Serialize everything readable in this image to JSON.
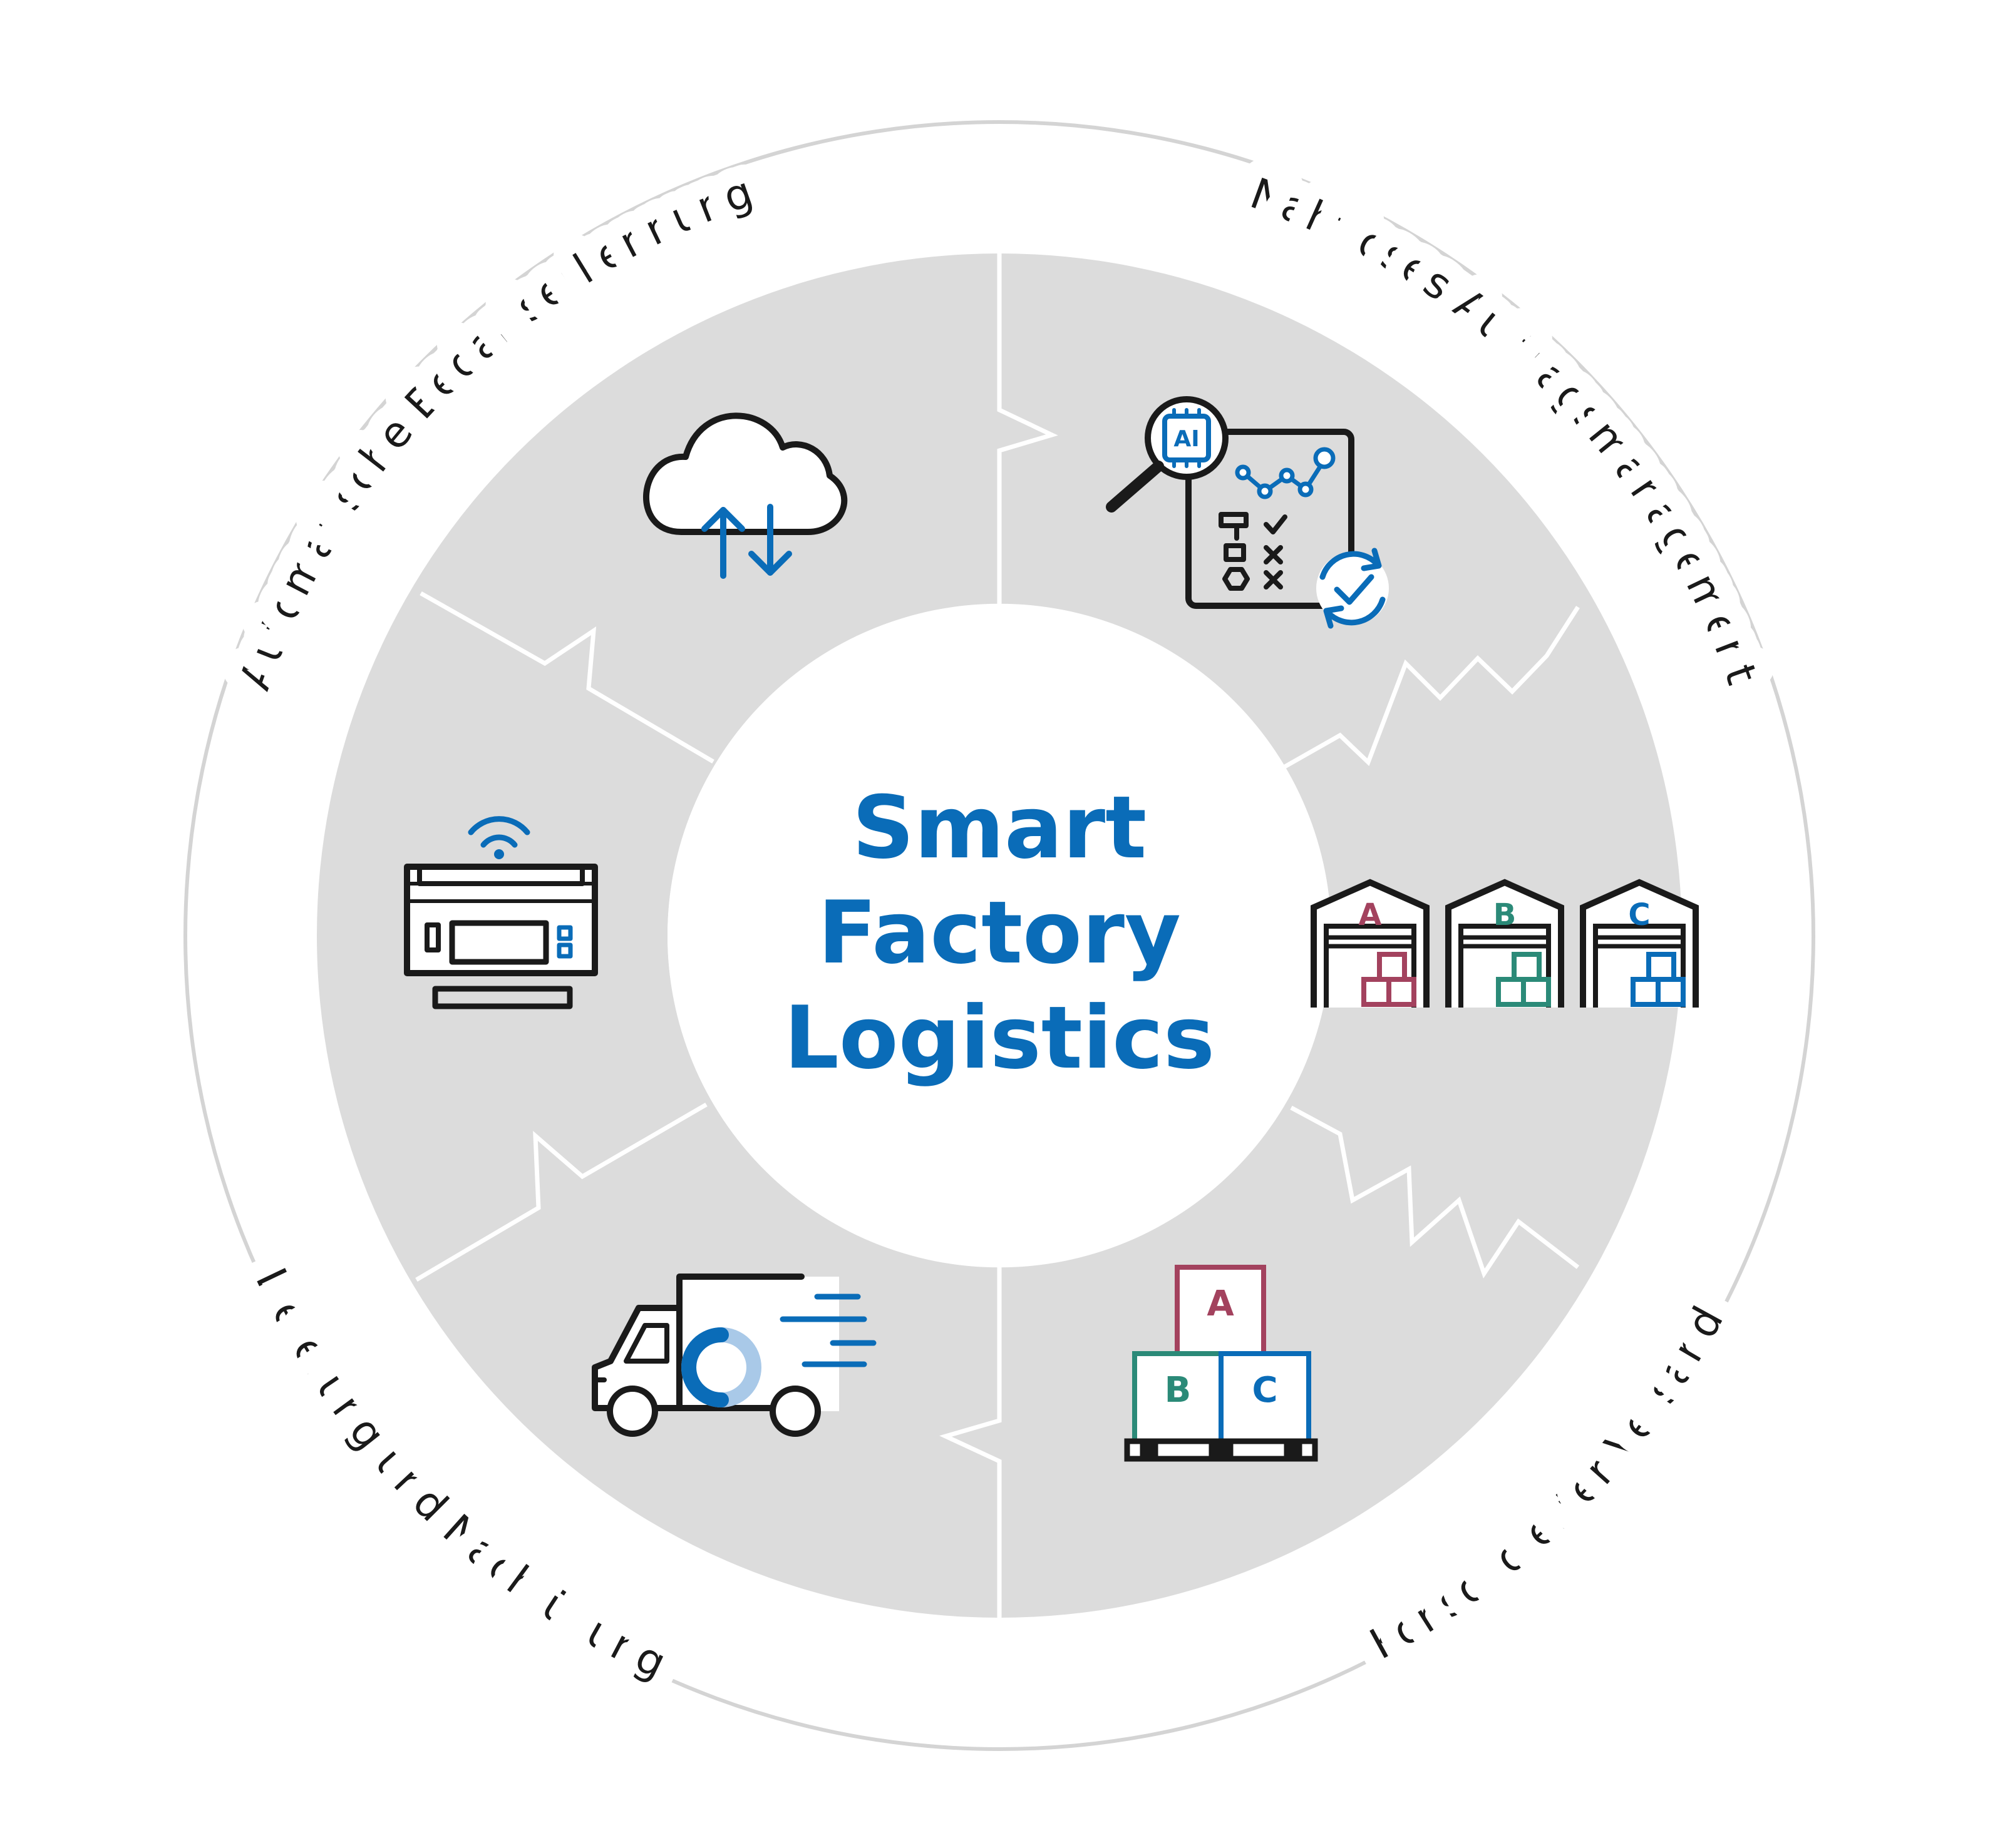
{
  "title": {
    "line1": "Smart",
    "line2": "Factory",
    "line3": "Logistics"
  },
  "stages": [
    {
      "label": "Automatische Bedarfserkennung",
      "icon": "cloud-sync-icon"
    },
    {
      "label": "Nahtloses Auftragsmanagement",
      "icon": "ai-order-analysis-icon"
    },
    {
      "label": "",
      "icon": "warehouses-abc-icon"
    },
    {
      "label": "Konsolidierter Versand",
      "icon": "pallet-boxes-icon"
    },
    {
      "label": "Lieferung und Nachfüllung",
      "icon": "delivery-truck-icon"
    },
    {
      "label": "",
      "icon": "wireless-vending-machine-icon"
    }
  ],
  "icon_text": {
    "ai_chip": "AI",
    "warehouse_a": "A",
    "warehouse_b": "B",
    "warehouse_c": "C",
    "box_a": "A",
    "box_b": "B",
    "box_c": "C"
  },
  "colors": {
    "accent_blue": "#0a6cb8",
    "light_blue": "#a9c9e8",
    "ring_gray": "#dcdcdc",
    "outer_circle": "#d4d4d4",
    "crimson": "#a3425e",
    "teal": "#2b8a78",
    "dark": "#1a1a1a"
  }
}
